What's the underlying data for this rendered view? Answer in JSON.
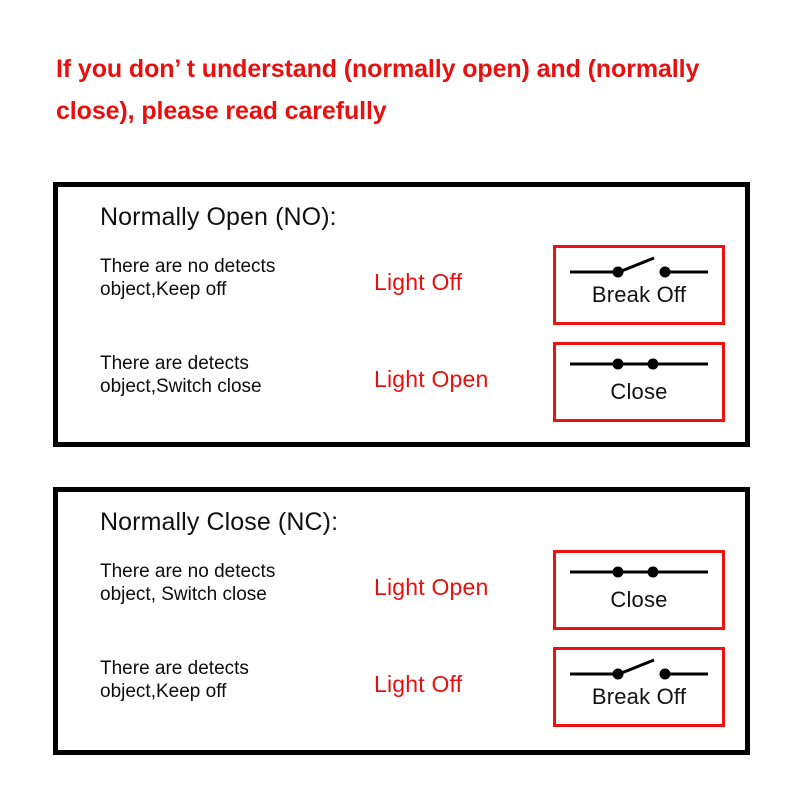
{
  "page": {
    "title_line_1": "If you don’  t understand (normally open) and (normally",
    "title_line_2": "close), please read carefully",
    "title_color": "#e8100f",
    "background_color": "#ffffff",
    "border_color": "#000000",
    "symbol_border_color": "#ee1111"
  },
  "sections": [
    {
      "heading": "Normally Open (NO):",
      "rows": [
        {
          "desc_line_1": "There are no detects",
          "desc_line_2": "object,Keep off",
          "light_state": "Light Off",
          "symbol": "switch-open",
          "symbol_label": "Break Off"
        },
        {
          "desc_line_1": "There are detects",
          "desc_line_2": "object,Switch close",
          "light_state": "Light Open",
          "symbol": "switch-closed",
          "symbol_label": "Close"
        }
      ]
    },
    {
      "heading": "Normally Close (NC):",
      "rows": [
        {
          "desc_line_1": "There are no detects",
          "desc_line_2": "object, Switch close",
          "light_state": "Light Open",
          "symbol": "switch-closed",
          "symbol_label": "Close"
        },
        {
          "desc_line_1": "There are detects",
          "desc_line_2": "object,Keep off",
          "light_state": "Light Off",
          "symbol": "switch-open",
          "symbol_label": "Break Off"
        }
      ]
    }
  ]
}
